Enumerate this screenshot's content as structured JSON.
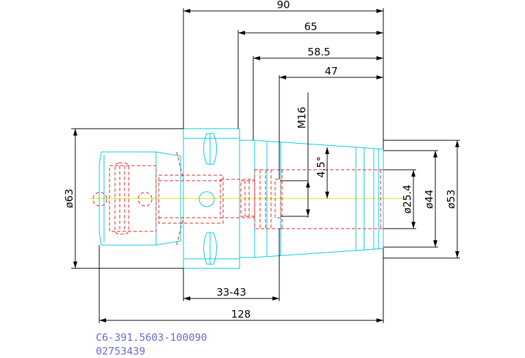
{
  "dimensions": {
    "length_overall": "90",
    "length_65": "65",
    "length_58_5": "58.5",
    "length_47": "47",
    "length_adjust": "33-43",
    "length_total": "128",
    "thread": "M16",
    "angle": "4.5°",
    "dia_25_4": "ø25.4",
    "dia_44": "ø44",
    "dia_53": "ø53",
    "dia_63": "ø63"
  },
  "part": {
    "code": "C6-391.5603-100090",
    "number": "02753439"
  },
  "colors": {
    "outline": "#00c8e0",
    "hidden": "#e02020",
    "centerline": "#e8d800",
    "dimension": "#000000",
    "part_text": "#6a6ad8"
  }
}
